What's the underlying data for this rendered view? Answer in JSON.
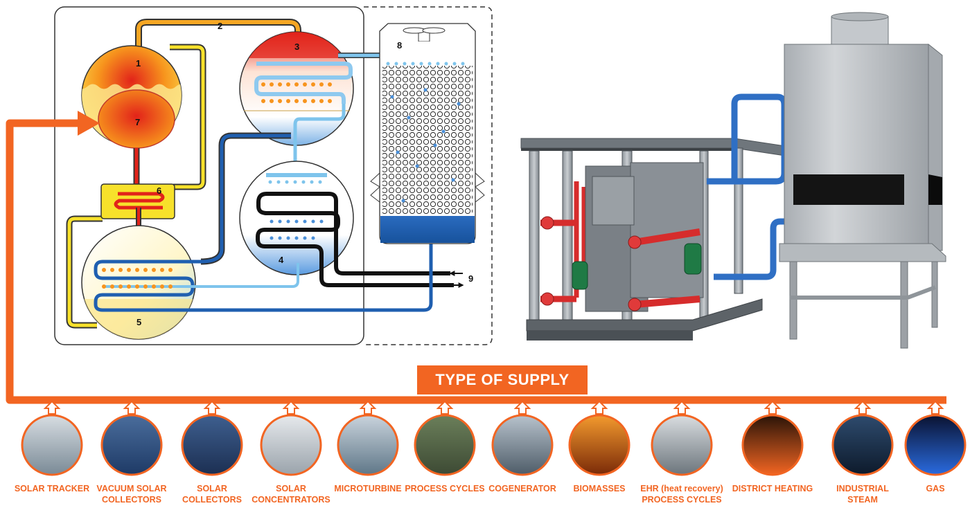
{
  "diagram": {
    "component_numbers": [
      "1",
      "2",
      "3",
      "4",
      "5",
      "6",
      "7",
      "8",
      "9"
    ],
    "supply_title": "TYPE OF SUPPLY",
    "sources": [
      {
        "label": "SOLAR TRACKER",
        "icon": "solar-tracker-icon"
      },
      {
        "label": "VACUUM SOLAR\nCOLLECTORS",
        "icon": "vacuum-solar-collectors-icon"
      },
      {
        "label": "SOLAR\nCOLLECTORS",
        "icon": "solar-collectors-icon"
      },
      {
        "label": "SOLAR\nCONCENTRATORS",
        "icon": "solar-concentrators-icon"
      },
      {
        "label": "MICROTURBINE",
        "icon": "microturbine-icon"
      },
      {
        "label": "PROCESS CYCLES",
        "icon": "process-cycles-icon"
      },
      {
        "label": "COGENERATOR",
        "icon": "cogenerator-icon"
      },
      {
        "label": "BIOMASSES",
        "icon": "biomasses-icon"
      },
      {
        "label": "EHR (heat recovery)\nPROCESS CYCLES",
        "icon": "ehr-process-cycles-icon"
      },
      {
        "label": "DISTRICT HEATING",
        "icon": "district-heating-icon"
      },
      {
        "label": "INDUSTRIAL\nSTEAM",
        "icon": "industrial-steam-icon"
      },
      {
        "label": "GAS",
        "icon": "gas-flame-icon"
      }
    ]
  },
  "colors": {
    "supply_orange": "#f26522",
    "hot_red": "#e2231a",
    "warm_yellow": "#f7e12b",
    "pipe_orange": "#f5a623",
    "cool_light_blue": "#7ec4ec",
    "cold_dark_blue": "#1f5fb0",
    "chilled_black": "#111111",
    "machine_grey": "#9da3a8"
  }
}
